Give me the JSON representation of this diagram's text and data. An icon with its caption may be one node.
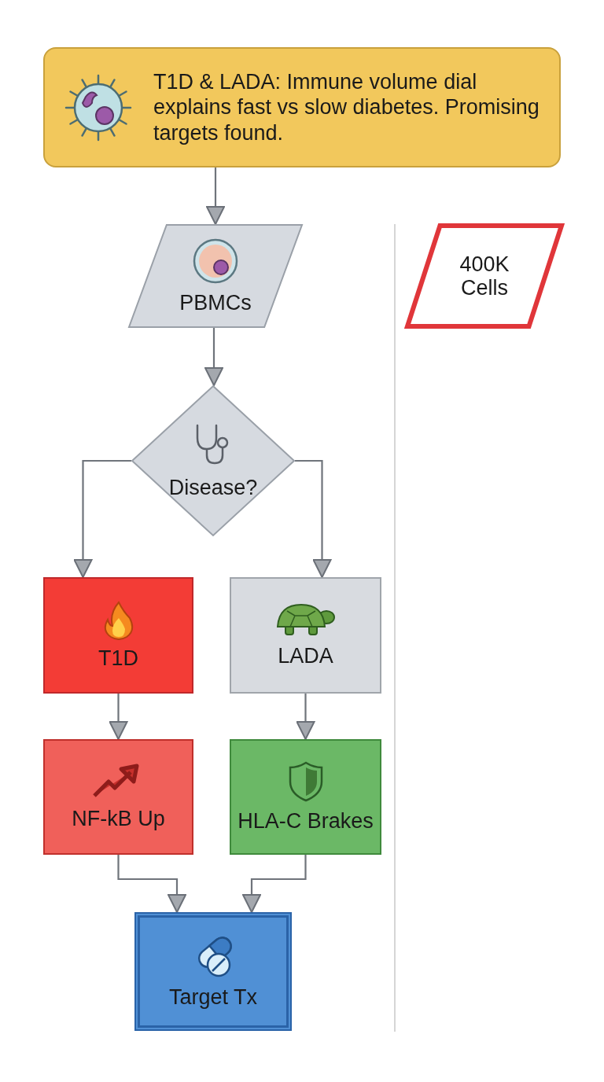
{
  "diagram": {
    "nodes": [
      {
        "text": [
          "T1D & LADA: Immune volume dial explains fast vs slow diabetes. Promising targets found."
        ]
      },
      {
        "text": [
          "PBMCs"
        ]
      },
      {
        "text": [
          "400K Cells"
        ]
      },
      {
        "text": [
          "Disease?"
        ]
      },
      {
        "text": [
          "T1D"
        ]
      },
      {
        "text": [
          "LADA"
        ]
      },
      {
        "text": [
          "NF-kB Up"
        ]
      },
      {
        "text": [
          "HLA-C Brakes"
        ]
      },
      {
        "text": [
          "Target Tx"
        ]
      }
    ],
    "edges": [
      {
        "from": 0,
        "to": 1,
        "arrow": "to"
      },
      {
        "from": 1,
        "to": 3,
        "arrow": "to"
      },
      {
        "from": 3,
        "to": 4,
        "arrow": "to"
      },
      {
        "from": 3,
        "to": 5,
        "arrow": "to"
      },
      {
        "from": 4,
        "to": 6,
        "arrow": "to"
      },
      {
        "from": 5,
        "to": 7,
        "arrow": "to"
      },
      {
        "from": 6,
        "to": 8,
        "arrow": "to"
      },
      {
        "from": 7,
        "to": 8,
        "arrow": "to"
      }
    ]
  }
}
